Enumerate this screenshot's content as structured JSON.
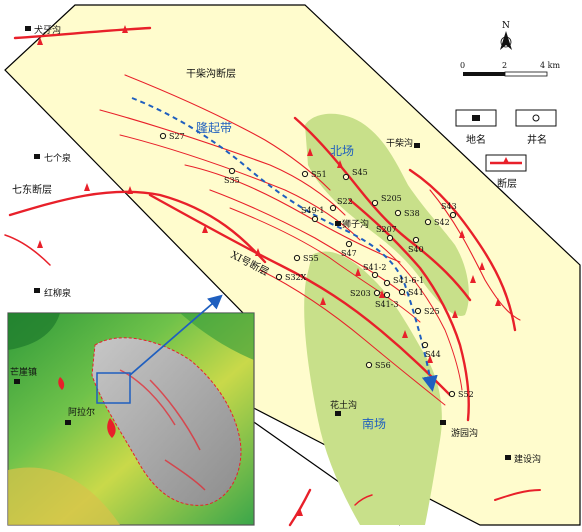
{
  "colors": {
    "background": "#fffccd",
    "frame": "#000000",
    "fault": "#e8202a",
    "green_zone": "#c8e08a",
    "uplift_line": "#1f5fbf",
    "arrow": "#1f5fbf",
    "well": "#000000",
    "place_marker": "#111111"
  },
  "north": {
    "label": "N"
  },
  "scale": {
    "labels": [
      "0",
      "2",
      "4 km"
    ]
  },
  "legend": {
    "place": "地名",
    "well": "井名",
    "fault": "断层"
  },
  "labels": {
    "uplift_belt": "隆起带",
    "beichang": "北场",
    "nanchang": "南场",
    "ganchai_fault": "干柴沟断层",
    "qiquan_fault": "七东断层",
    "xi_fault": "XI号断层"
  },
  "places": [
    {
      "id": "quanyagou",
      "name": "犬牙沟"
    },
    {
      "id": "qigequan",
      "name": "七个泉"
    },
    {
      "id": "ganchaigou",
      "name": "干柴沟"
    },
    {
      "id": "shizigou",
      "name": "狮子沟"
    },
    {
      "id": "honglianquan",
      "name": "红柳泉"
    },
    {
      "id": "huatugou",
      "name": "花土沟"
    },
    {
      "id": "youyuangou",
      "name": "游园沟"
    },
    {
      "id": "jianshegou",
      "name": "建设沟"
    }
  ],
  "wells": [
    {
      "id": "S27",
      "name": "S27"
    },
    {
      "id": "S35",
      "name": "S35"
    },
    {
      "id": "S51",
      "name": "S51"
    },
    {
      "id": "S45",
      "name": "S45"
    },
    {
      "id": "S22",
      "name": "S22"
    },
    {
      "id": "S49-1",
      "name": "S49-1"
    },
    {
      "id": "S205",
      "name": "S205"
    },
    {
      "id": "S38",
      "name": "S38"
    },
    {
      "id": "S43",
      "name": "S43"
    },
    {
      "id": "S42",
      "name": "S42"
    },
    {
      "id": "S207",
      "name": "S207"
    },
    {
      "id": "S40",
      "name": "S40"
    },
    {
      "id": "S47",
      "name": "S47"
    },
    {
      "id": "S55",
      "name": "S55"
    },
    {
      "id": "S32X",
      "name": "S32X"
    },
    {
      "id": "S41-2",
      "name": "S41-2"
    },
    {
      "id": "S41-6-1",
      "name": "S41-6-1"
    },
    {
      "id": "S203",
      "name": "S203"
    },
    {
      "id": "S41",
      "name": "S41"
    },
    {
      "id": "S41-3",
      "name": "S41-3"
    },
    {
      "id": "S25",
      "name": "S25"
    },
    {
      "id": "S44",
      "name": "S44"
    },
    {
      "id": "S56",
      "name": "S56"
    },
    {
      "id": "S52",
      "name": "S52"
    }
  ],
  "inset": {
    "places": [
      {
        "id": "mangya",
        "name": "芒崖镇"
      },
      {
        "id": "alaer",
        "name": "阿拉尔"
      }
    ]
  }
}
